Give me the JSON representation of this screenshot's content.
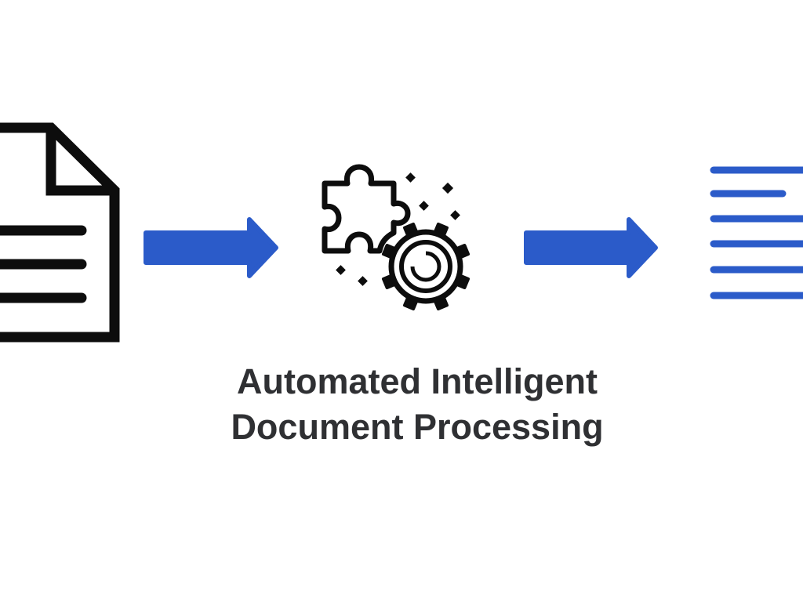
{
  "diagram": {
    "caption": {
      "line1": "Automated Intelligent",
      "line2": "Document Processing"
    },
    "nodes": [
      {
        "name": "input-document",
        "icon": "document-icon"
      },
      {
        "name": "processing",
        "icon": "puzzle-gear-icon"
      },
      {
        "name": "structured-output",
        "icon": "text-lines-icon"
      }
    ],
    "edges": [
      {
        "from": "input-document",
        "to": "processing",
        "icon": "arrow-right-icon"
      },
      {
        "from": "processing",
        "to": "structured-output",
        "icon": "arrow-right-icon"
      }
    ],
    "colors": {
      "accent": "#2b5bc9",
      "ink": "#0d0d0d",
      "text": "#2f3033",
      "background": "#ffffff"
    }
  }
}
